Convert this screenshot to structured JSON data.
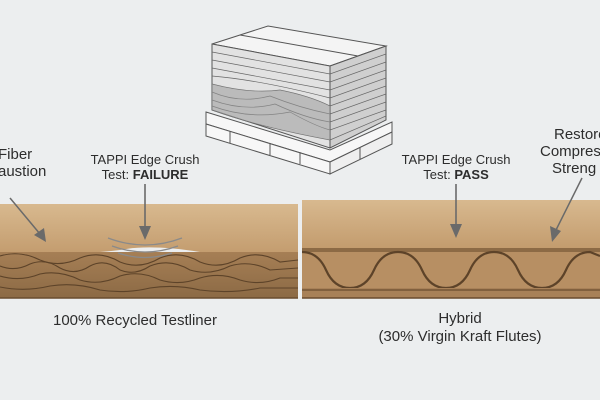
{
  "labels": {
    "left_side_line1": "Fiber",
    "left_side_line2": "austion",
    "right_side_line1": "Restore",
    "right_side_line2": "Compres",
    "right_side_line3": "Streng",
    "left_test_line1": "TAPPI Edge Crush",
    "left_test_prefix": "Test: ",
    "left_test_result": "FAILURE",
    "right_test_line1": "TAPPI Edge Crush",
    "right_test_prefix": "Test: ",
    "right_test_result": "PASS",
    "left_caption": "100% Recycled Testliner",
    "right_caption_line1": "Hybrid",
    "right_caption_line2": "(30% Virgin Kraft Flutes)"
  },
  "colors": {
    "background": "#eceeef",
    "kraft": "#c9a57a",
    "kraft_dark": "#9c7750",
    "text": "#2d2d2d"
  }
}
